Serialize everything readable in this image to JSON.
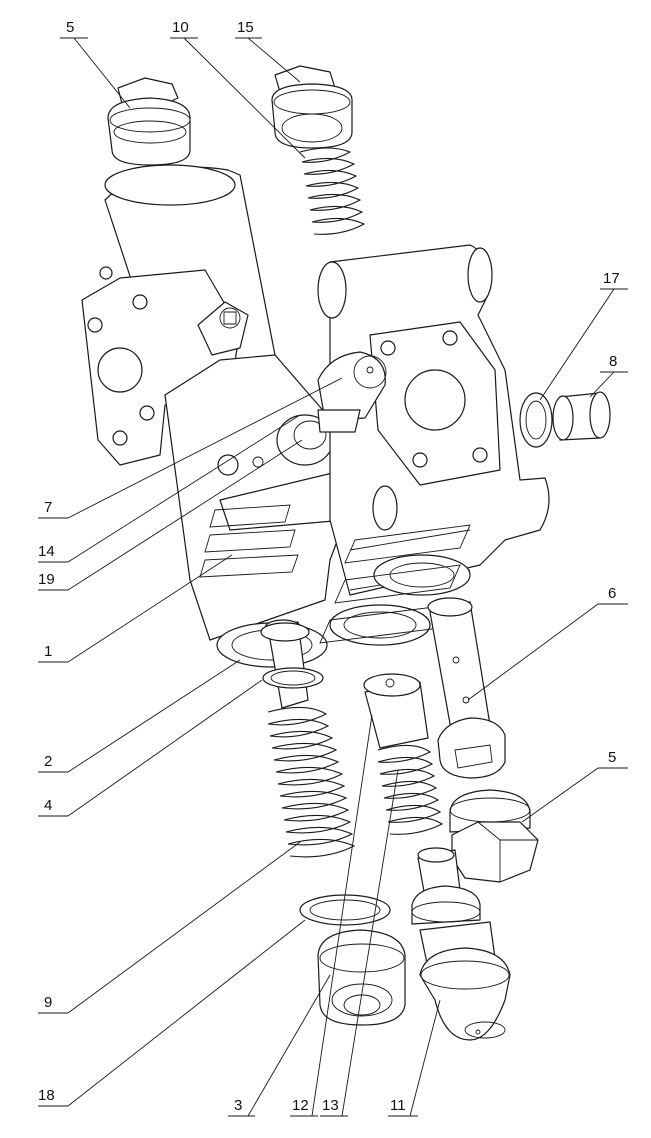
{
  "callouts": [
    {
      "id": "c5a",
      "text": "5"
    },
    {
      "id": "c10",
      "text": "10"
    },
    {
      "id": "c15",
      "text": "15"
    },
    {
      "id": "c17",
      "text": "17"
    },
    {
      "id": "c8",
      "text": "8"
    },
    {
      "id": "c7",
      "text": "7"
    },
    {
      "id": "c14",
      "text": "14"
    },
    {
      "id": "c19",
      "text": "19"
    },
    {
      "id": "c1",
      "text": "1"
    },
    {
      "id": "c6",
      "text": "6"
    },
    {
      "id": "c2",
      "text": "2"
    },
    {
      "id": "c4",
      "text": "4"
    },
    {
      "id": "c5b",
      "text": "5"
    },
    {
      "id": "c9",
      "text": "9"
    },
    {
      "id": "c18",
      "text": "18"
    },
    {
      "id": "c3",
      "text": "3"
    },
    {
      "id": "c12",
      "text": "12"
    },
    {
      "id": "c13",
      "text": "13"
    },
    {
      "id": "c11",
      "text": "11"
    }
  ],
  "colors": {
    "line": "#1a1a1a",
    "background": "#ffffff"
  }
}
